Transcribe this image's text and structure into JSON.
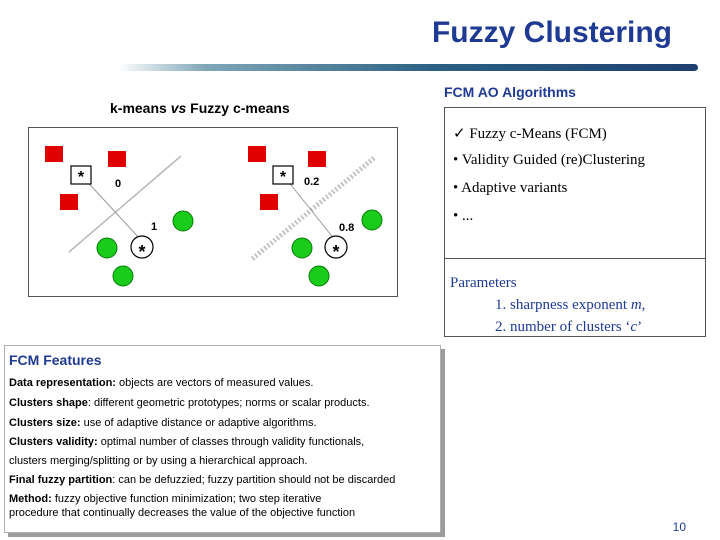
{
  "slide": {
    "title": "Fuzzy Clustering",
    "page_number": "10"
  },
  "diagram": {
    "heading_left": "k-means ",
    "heading_vs": "vs",
    "heading_right": " Fuzzy c-means",
    "center_marker": "*",
    "left_panel": {
      "label_top": "0",
      "label_bottom": "1"
    },
    "right_panel": {
      "label_top": "0.2",
      "label_bottom": "0.8"
    },
    "colors": {
      "square": "#e00000",
      "circle": "#19cc19"
    }
  },
  "algorithms": {
    "heading": "FCM AO Algorithms",
    "items": [
      "✓  Fuzzy c-Means (FCM)",
      "• Validity Guided (re)Clustering",
      "• Adaptive variants",
      "• ..."
    ],
    "parameters": {
      "heading": "Parameters",
      "p1_text": "1. sharpness exponent ",
      "p1_var": "m",
      "p1_end": ",",
      "p2_text": "2. number of clusters ‘",
      "p2_var": "c",
      "p2_end": "’"
    }
  },
  "features": {
    "heading": "FCM Features",
    "lines": [
      {
        "label": "Data representation:",
        "text": " objects are vectors of measured values."
      },
      {
        "label": "Clusters shape",
        "text": ": different geometric prototypes; norms or scalar products."
      },
      {
        "label": "Clusters size:",
        "text": " use of adaptive distance or adaptive algorithms."
      },
      {
        "label": "Clusters validity:",
        "text": " optimal number of classes through validity functionals,"
      },
      {
        "label": "",
        "text": "clusters merging/splitting or by using a hierarchical approach."
      },
      {
        "label": "Final fuzzy partition",
        "text": ": can be defuzzied; fuzzy partition should not be discarded"
      },
      {
        "label": "Method:",
        "text": " fuzzy objective function minimization; two step iterative"
      },
      {
        "label": "",
        "text": "procedure that continually decreases the value of the objective function"
      }
    ]
  }
}
